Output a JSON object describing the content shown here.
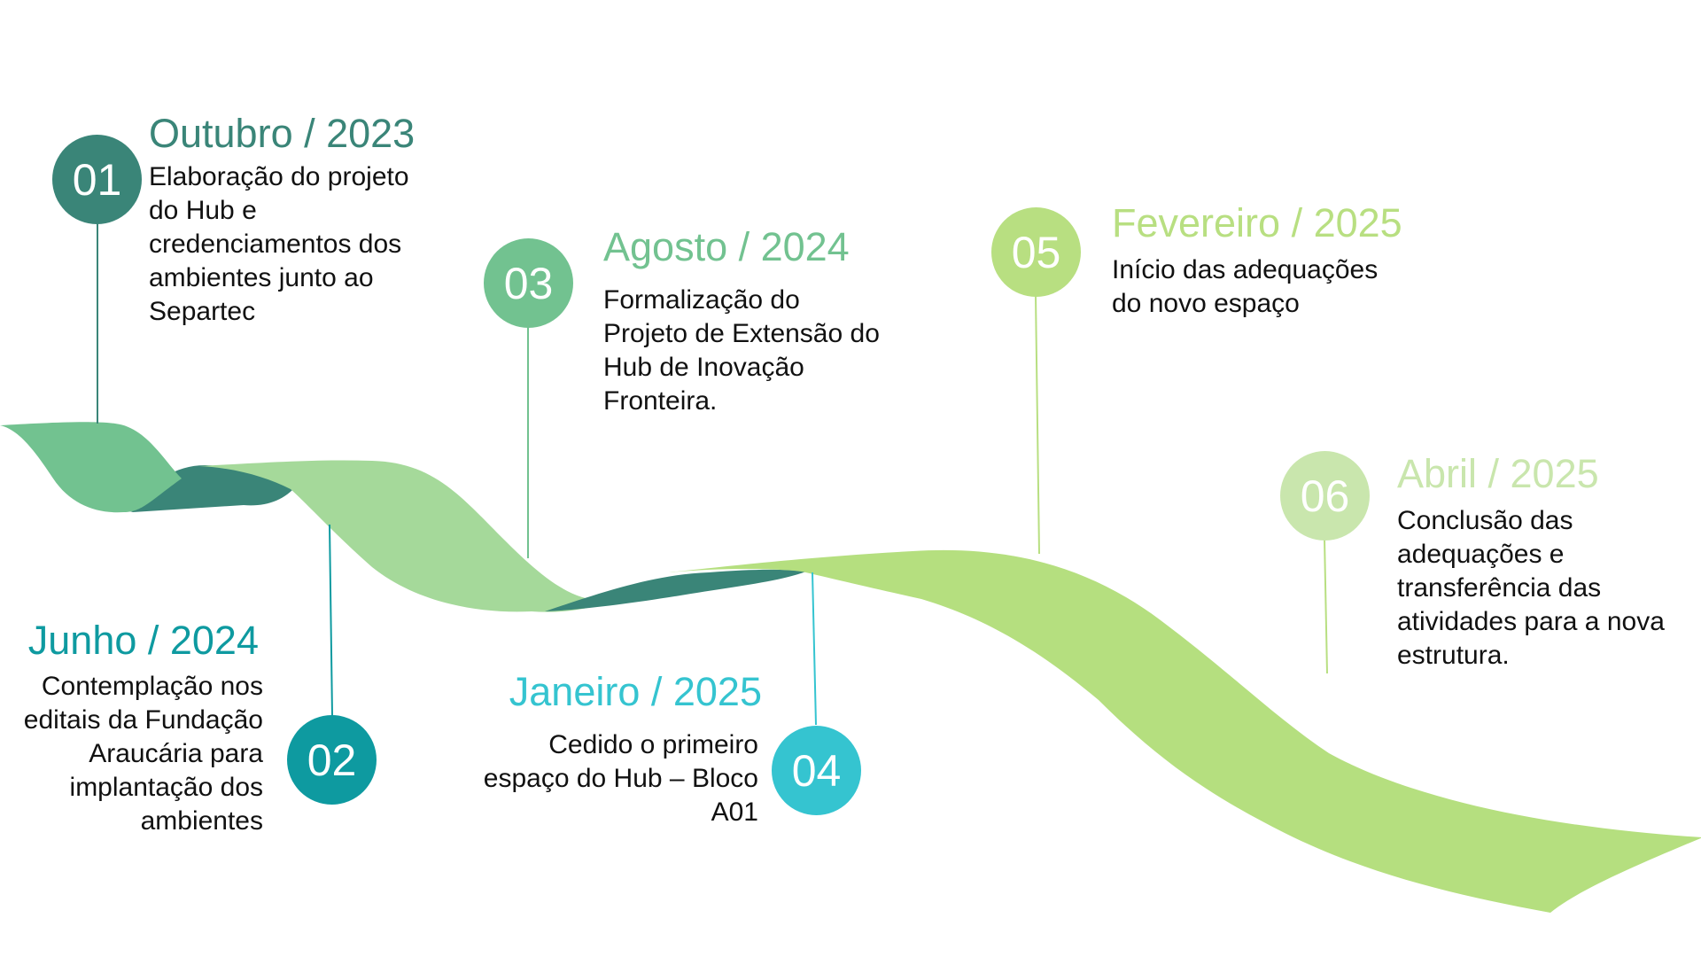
{
  "colors": {
    "m01": "#3a8578",
    "m02": "#0e9aa0",
    "m03": "#72c290",
    "m04": "#35c4d0",
    "m05": "#b8df81",
    "m06": "#c9e6ad",
    "ribbon_dark": "#3a8578",
    "ribbon_mid": "#72c290",
    "ribbon_light": "#a5d99a",
    "ribbon_lime": "#b5df7f"
  },
  "milestones": [
    {
      "number": "01",
      "date": "Outubro / 2023",
      "description": " Elaboração do projeto\ndo Hub e\ncredenciamentos dos\nambientes junto ao\nSepartec"
    },
    {
      "number": "02",
      "date": "Junho / 2024",
      "description": "Contemplação nos\neditais da Fundação\nAraucária para\nimplantação dos\nambientes"
    },
    {
      "number": "03",
      "date": "Agosto / 2024",
      "description": "Formalização do\nProjeto de Extensão do\nHub de Inovação\nFronteira."
    },
    {
      "number": "04",
      "date": "Janeiro / 2025",
      "description": "Cedido o primeiro\nespaço do Hub – Bloco\nA01"
    },
    {
      "number": "05",
      "date": "Fevereiro / 2025",
      "description": "Início das adequações\ndo novo espaço"
    },
    {
      "number": "06",
      "date": "Abril / 2025",
      "description": "Conclusão das\nadequações e\ntransferência das\natividades para a nova\nestrutura."
    }
  ]
}
